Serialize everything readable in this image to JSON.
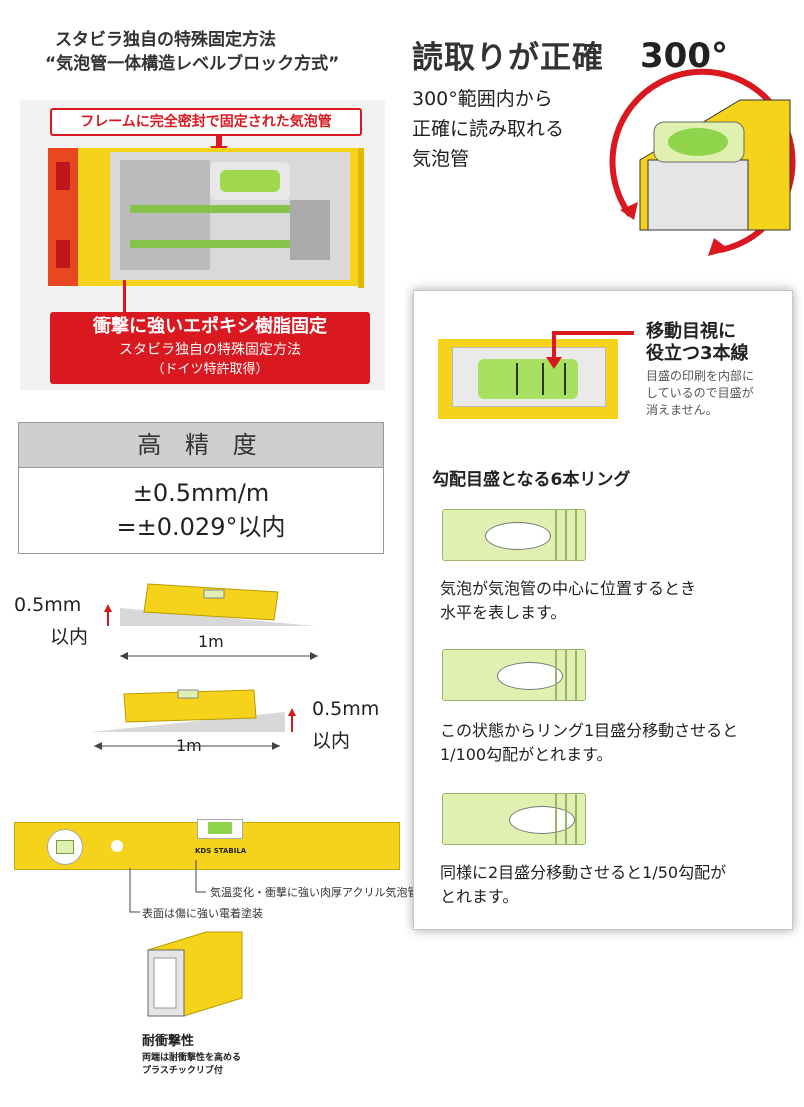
{
  "top_left": {
    "title_line1": "スタビラ独自の特殊固定方法",
    "title_line2": "“気泡管一体構造レベルブロック方式”",
    "frame_label": "フレームに完全密封で固定された気泡管",
    "epoxy_title": "衝撃に強いエポキシ樹脂固定",
    "epoxy_sub1": "スタビラ独自の特殊固定方法",
    "epoxy_sub2": "（ドイツ特許取得）"
  },
  "top_right": {
    "title": "読取りが正確",
    "degree": "300°",
    "desc1": "300°範囲内から",
    "desc2": "正確に読み取れる",
    "desc3": "気泡管"
  },
  "precision_table": {
    "header": "高 精 度",
    "line1": "±0.5mm/m",
    "line2": "=±0.029°以内"
  },
  "diagram": {
    "a_value": "0.5mm",
    "a_unit": "以内",
    "a_length": "1m",
    "b_value": "0.5mm",
    "b_unit": "以内",
    "b_length": "1m"
  },
  "level_product": {
    "brand": "KDS STABILA",
    "callout1": "気温変化・衝撃に強い肉厚アクリル気泡管",
    "callout2": "表面は傷に強い電着塗装",
    "endcap_title": "耐衝撃性",
    "endcap_desc1": "両端は耐衝撃性を高める",
    "endcap_desc2": "プラスチックリブ付"
  },
  "right_panel": {
    "lines_title1": "移動目視に",
    "lines_title2": "役立つ3本線",
    "lines_desc1": "目盛の印刷を内部に",
    "lines_desc2": "しているので目盛が",
    "lines_desc3": "消えません。",
    "rings_title": "勾配目盛となる6本リング",
    "state1_1": "気泡が気泡管の中心に位置するとき",
    "state1_2": "水平を表します。",
    "state2_1": "この状態からリング1目盛分移動させると",
    "state2_2": "1/100勾配がとれます。",
    "state3_1": "同様に2目盛分移動させると1/50勾配が",
    "state3_2": "とれます。"
  },
  "colors": {
    "accent_red": "#d9181f",
    "yellow": "#f5d31a",
    "vial_green": "#dff0b0"
  }
}
